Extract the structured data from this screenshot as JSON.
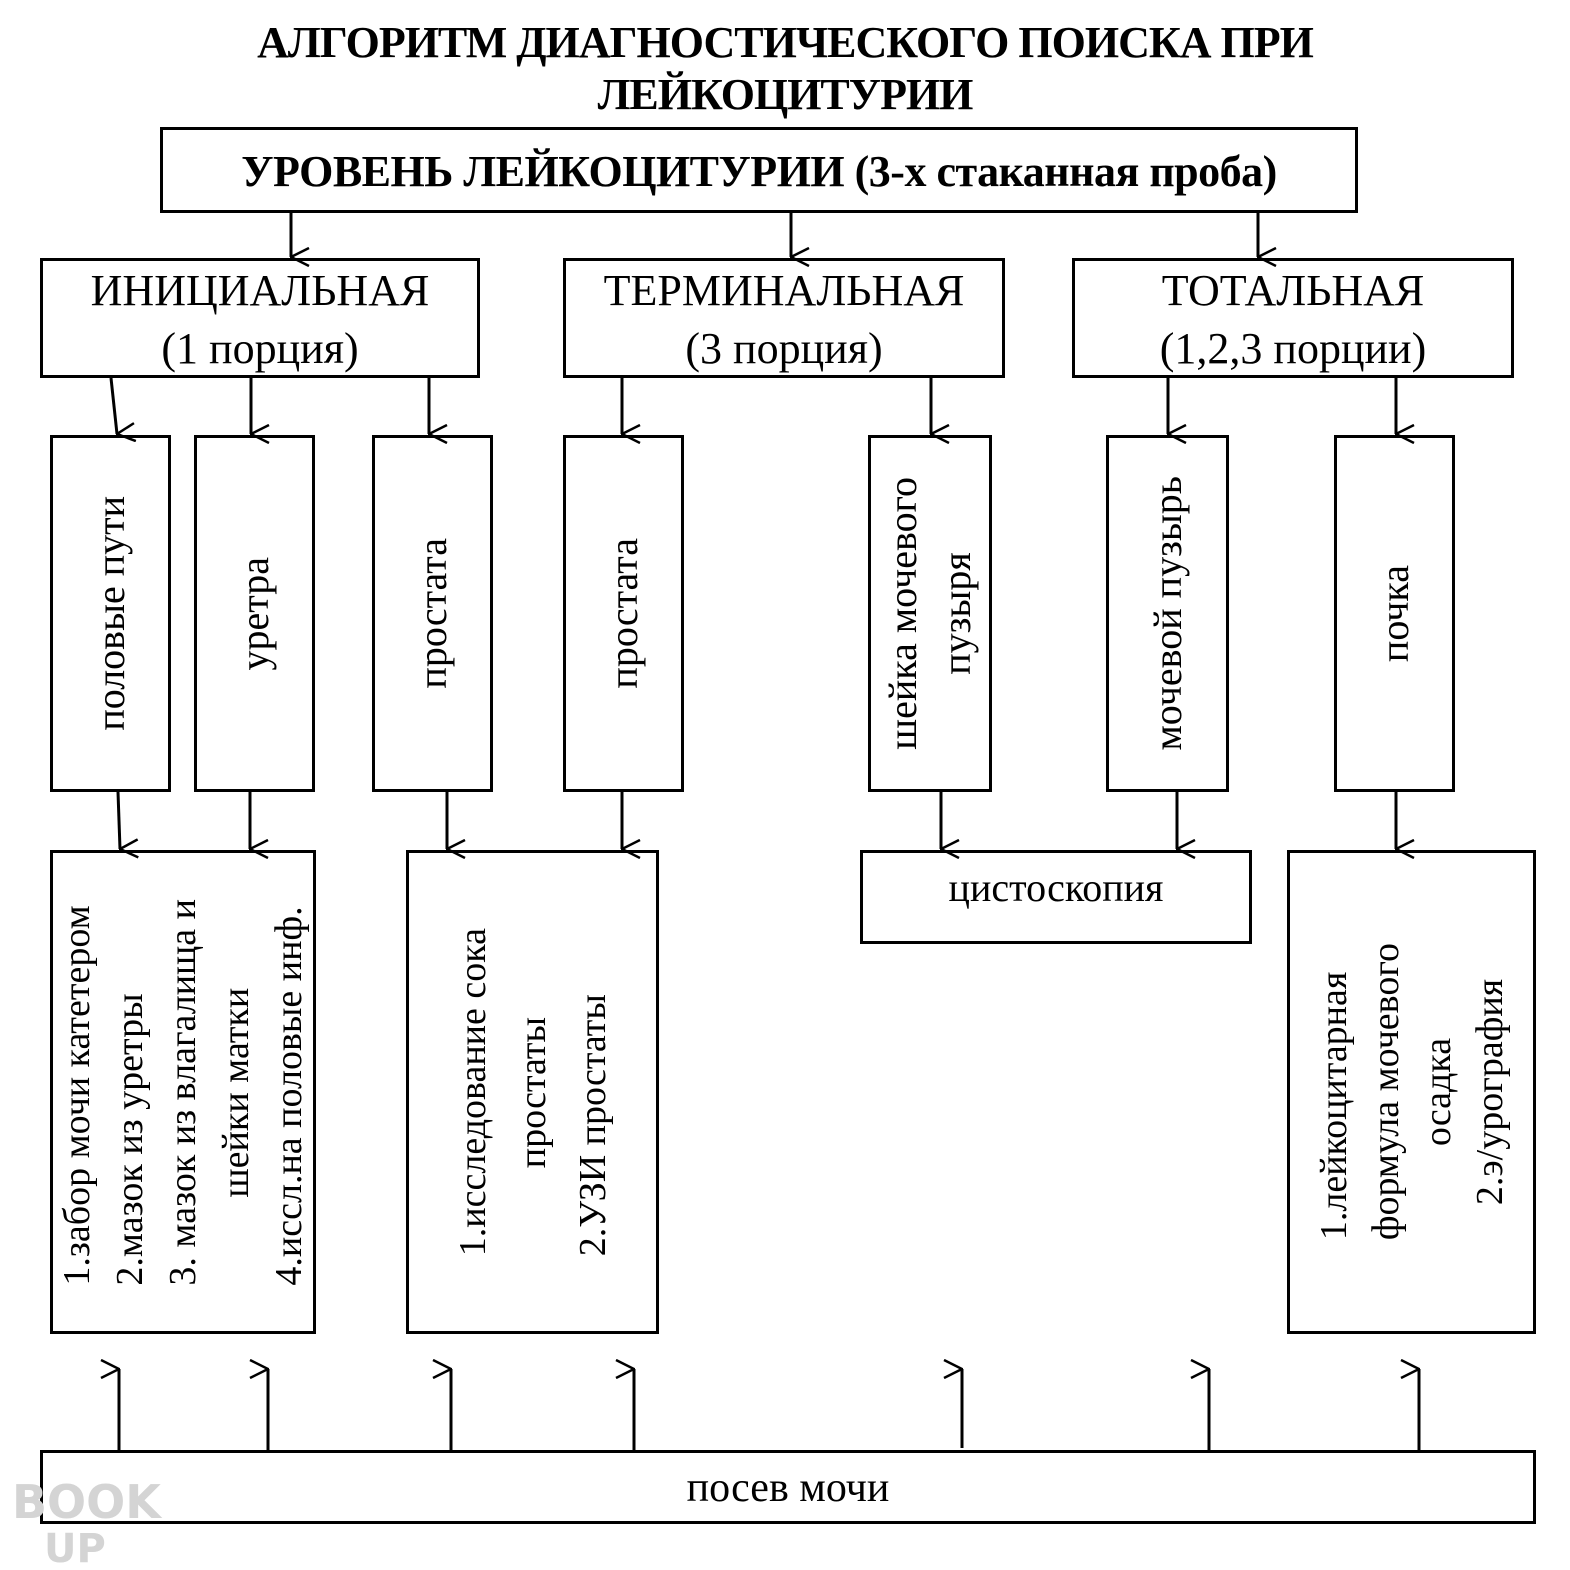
{
  "title_line1": "АЛГОРИТМ ДИАГНОСТИЧЕСКОГО ПОИСКА ПРИ",
  "title_line2": "ЛЕЙКОЦИТУРИИ",
  "top_box": "УРОВЕНЬ ЛЕЙКОЦИТУРИИ (3-х стаканная проба)",
  "categories": [
    {
      "name": "ИНИЦИАЛЬНАЯ",
      "portion": "(1 порция)"
    },
    {
      "name": "ТЕРМИНАЛЬНАЯ",
      "portion": "(3 порция)"
    },
    {
      "name": "ТОТАЛЬНАЯ",
      "portion": "(1,2,3 порции)"
    }
  ],
  "organs": [
    {
      "lines": [
        "половые пути"
      ]
    },
    {
      "lines": [
        "уретра"
      ]
    },
    {
      "lines": [
        "простата"
      ]
    },
    {
      "lines": [
        "простата"
      ]
    },
    {
      "lines": [
        "шейка мочевого",
        "пузыря"
      ]
    },
    {
      "lines": [
        "мочевой пузырь"
      ]
    },
    {
      "lines": [
        "почка"
      ]
    }
  ],
  "methods": {
    "genital": [
      "1.забор мочи катетером",
      "2.мазок из уретры",
      "3. мазок из влагалища и",
      "шейки матки",
      "4.иссл.на половые инф."
    ],
    "prostate": [
      "1.исследование сока",
      "простаты",
      "2.УЗИ простаты"
    ],
    "cystoscopy": "цистоскопия",
    "kidney": [
      "1.лейкоцитарная",
      "формула мочевого",
      "осадка",
      "2.э/урография"
    ]
  },
  "bottom_box": "посев мочи",
  "watermark": "BOOK UP"
}
